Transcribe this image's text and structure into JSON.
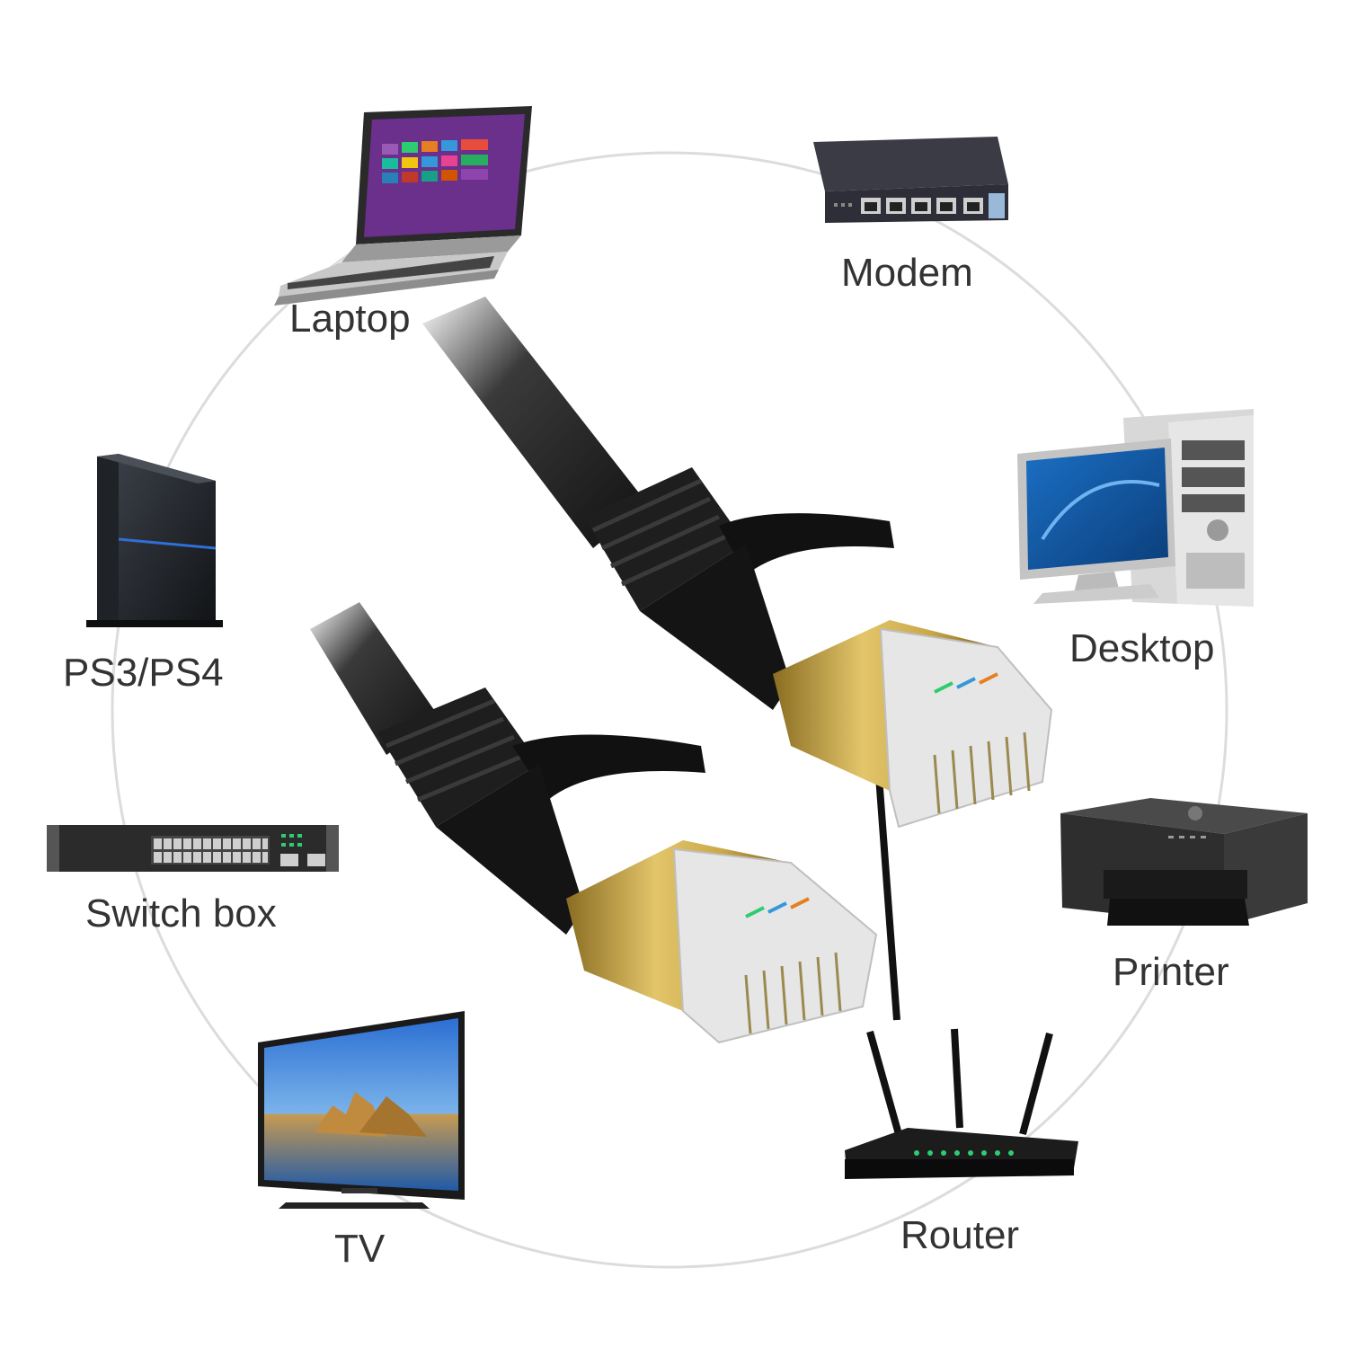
{
  "devices": {
    "laptop": {
      "label": "Laptop"
    },
    "modem": {
      "label": "Modem"
    },
    "desktop": {
      "label": "Desktop"
    },
    "console": {
      "label": "PS3/PS4"
    },
    "switch": {
      "label": "Switch box"
    },
    "printer": {
      "label": "Printer"
    },
    "router": {
      "label": "Router"
    },
    "tv": {
      "label": "TV"
    }
  },
  "colors": {
    "ring": "#d9d9d9",
    "cable": "#1a1a1a",
    "gold": "#c9a84a",
    "label": "#333333"
  }
}
